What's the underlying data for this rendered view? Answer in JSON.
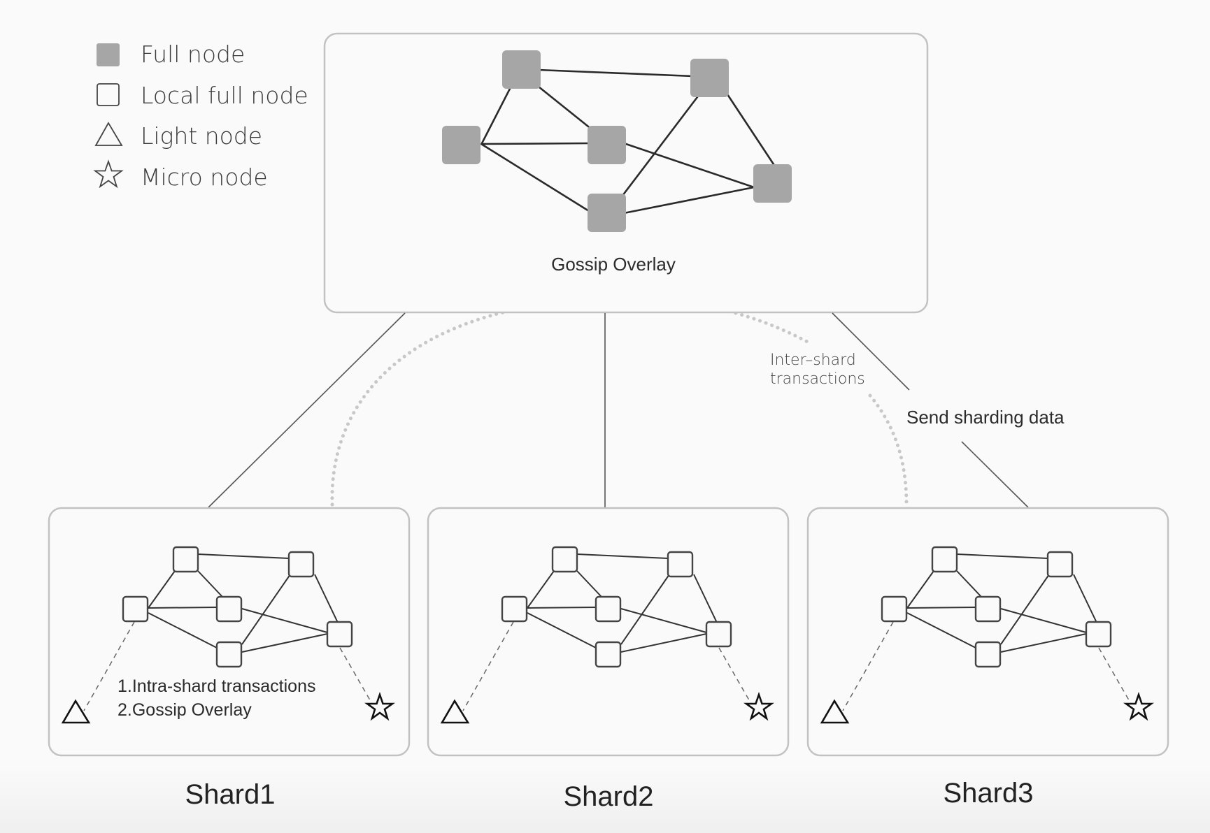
{
  "legend": [
    {
      "icon": "filled-square-icon",
      "label": "Full node"
    },
    {
      "icon": "outline-square-icon",
      "label": "Local full node"
    },
    {
      "icon": "triangle-icon",
      "label": "Light node"
    },
    {
      "icon": "star-icon",
      "label": "Micro node"
    }
  ],
  "gossip_overlay": {
    "title": "Gossip Overlay",
    "node_type": "full-node",
    "node_count": 6
  },
  "connectors": {
    "inter_shard_label_line1": "Inter–shard",
    "inter_shard_label_line2": "transactions",
    "send_sharding_label": "Send sharding data"
  },
  "shards": [
    {
      "name": "Shard1",
      "node_type": "local-full-node",
      "node_count": 6,
      "annotation_line1": "1.Intra-shard transactions",
      "annotation_line2": "2.Gossip Overlay",
      "light_node": "triangle",
      "micro_node": "star"
    },
    {
      "name": "Shard2",
      "node_type": "local-full-node",
      "node_count": 6,
      "light_node": "triangle",
      "micro_node": "star"
    },
    {
      "name": "Shard3",
      "node_type": "local-full-node",
      "node_count": 6,
      "light_node": "triangle",
      "micro_node": "star"
    }
  ],
  "colors": {
    "background": "#fafafa",
    "full_node_fill": "#a6a6a6",
    "box_border": "#c2c2c2",
    "edge": "#2a2a2a",
    "dotted_arc": "#c8c8c8"
  }
}
